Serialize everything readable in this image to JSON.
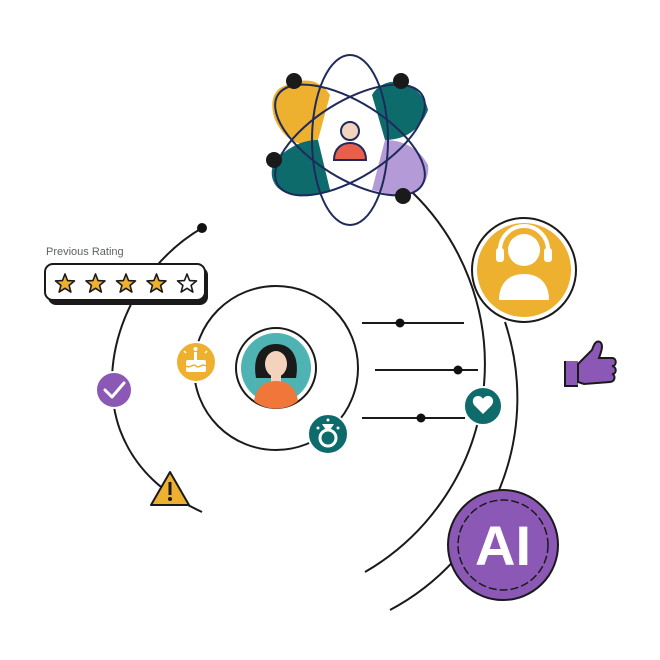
{
  "rating": {
    "label": "Previous Rating",
    "value": 4,
    "max": 5
  },
  "ai_badge": {
    "text": "AI"
  },
  "colors": {
    "yellow": "#EDB02F",
    "teal": "#0E6B6B",
    "purple": "#8C58B5",
    "lavender": "#B49AD6",
    "navy": "#1F2A5C",
    "line": "#1a1a1a",
    "skin": "#F3D3BE",
    "red": "#E8604B",
    "orange": "#F0763A"
  },
  "icons": [
    "person-icon",
    "headset-agent-icon",
    "thumbs-up-icon",
    "heart-icon",
    "ring-icon",
    "birthday-cake-icon",
    "check-icon",
    "warning-icon",
    "star-icon"
  ]
}
